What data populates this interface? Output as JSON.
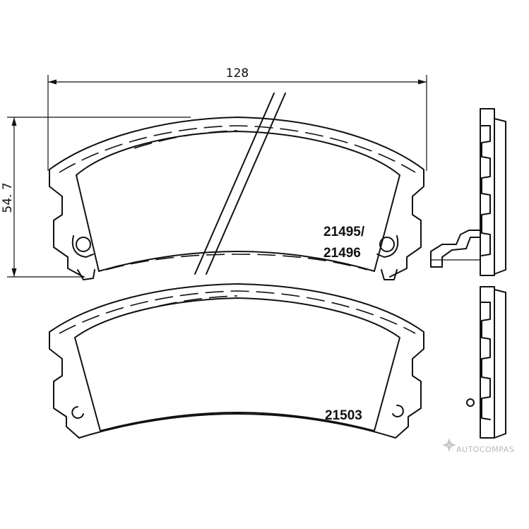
{
  "dimensions": {
    "width": "128",
    "height": "54. 7"
  },
  "parts": [
    {
      "label_line1": "21495/",
      "label_line2": "21496"
    },
    {
      "label": "21503"
    }
  ],
  "watermark": {
    "text": "AUTOCOMPAS",
    "icon": "compass-star-icon"
  },
  "colors": {
    "line": "#111111",
    "background": "#ffffff",
    "watermark": "#b8b8b8"
  }
}
